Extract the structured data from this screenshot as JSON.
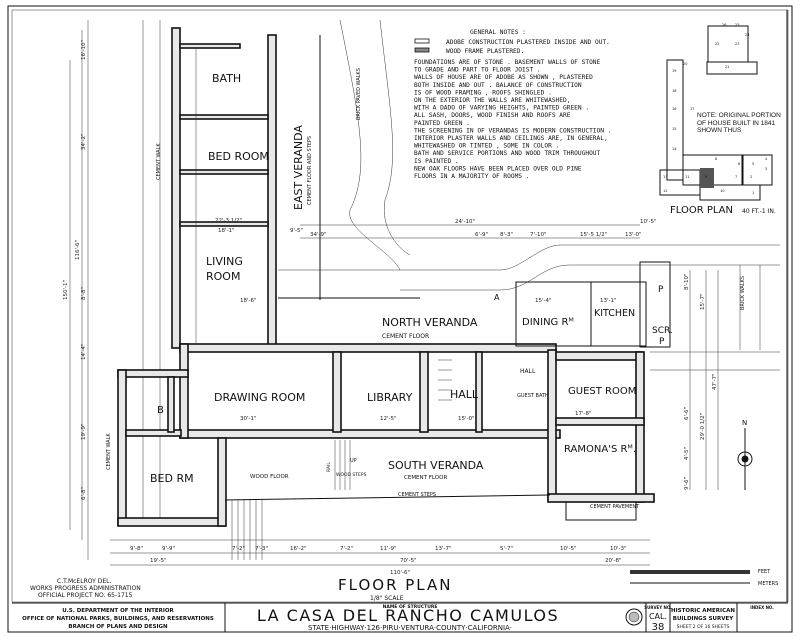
{
  "general_notes": {
    "heading": "GENERAL NOTES :",
    "legend": [
      "ADOBE CONSTRUCTION PLASTERED INSIDE AND OUT.",
      "WOOD FRAME PLASTERED."
    ],
    "lines": [
      "FOUNDATIONS ARE OF STONE . BASEMENT WALLS OF STONE",
      "TO GRADE AND PART TO FLOOR JOIST .",
      "WALLS OF HOUSE ARE OF ADOBE AS SHOWN , PLASTERED",
      "BOTH INSIDE AND OUT . BALANCE OF CONSTRUCTION",
      "IS OF WOOD FRAMING , ROOFS SHINGLED .",
      "ON THE EXTERIOR THE WALLS ARE WHITEWASHED,",
      "WITH A DADO OF VARYING HEIGHTS, PAINTED GREEN .",
      "ALL SASH, DOORS, WOOD FINISH AND ROOFS ARE",
      "PAINTED GREEN .",
      "THE SCREENING IN OF VERANDAS IS MODERN CONSTRUCTION .",
      "INTERIOR PLASTER WALLS AND CEILINGS ARE, IN GENERAL,",
      "WHITEWASHED OR TINTED , SOME IN COLOR .",
      "BATH AND SERVICE PORTIONS AND WOOD TRIM THROUGHOUT",
      "IS PAINTED .",
      "NEW OAK FLOORS HAVE BEEN PLACED OVER OLD PINE",
      "FLOORS IN A MAJORITY OF ROOMS ."
    ]
  },
  "rooms": {
    "bath": "BATH",
    "bed_room": "BED ROOM",
    "living_room": "LIVING",
    "living_room_2": "ROOM",
    "east_veranda": "EAST VERANDA",
    "east_veranda_sub": "CEMENT FLOOR AND STEPS",
    "north_veranda": "NORTH VERANDA",
    "north_veranda_sub": "CEMENT FLOOR",
    "dining": "DINING Rᴹ",
    "kitchen": "KITCHEN",
    "scr": "SCR.",
    "scr_p": "P",
    "pantry": "P",
    "drawing_room": "DRAWING ROOM",
    "library": "LIBRARY",
    "hall": "HALL",
    "hall_small": "HALL",
    "guest_bath": "GUEST BATH",
    "guest_room": "GUEST ROOM",
    "ramona": "RAMONA'S Rᴹ.",
    "bed_rm": "BED RM",
    "b": "B",
    "south_veranda": "SOUTH VERANDA",
    "south_veranda_sub": "CEMENT FLOOR",
    "wood_floor": "WOOD FLOOR",
    "cement_steps": "CEMENT STEPS",
    "cement_pavement": "CEMENT PAVEMENT",
    "cement_walk": "CEMENT WALK",
    "cement_walk_2": "CEMENT WALK",
    "brick_walks": "BRICK WALKS",
    "brick_paved_walks": "BRICK PAVED WALKS",
    "up": "UP",
    "wood_steps": "WOOD STEPS",
    "rail": "RAIL",
    "section_a": "A"
  },
  "dimensions": {
    "bottom": [
      "9'-8\"",
      "9'-9\"",
      "7'-2\"",
      "7'-3\"",
      "16'-2\"",
      "7'-2\"",
      "11'-9\"",
      "13'-7\"",
      "5'-7\"",
      "10'-5\"",
      "10'-3\""
    ],
    "bottom_totals": [
      "19'-5\"",
      "70'-5\"",
      "20'-8\"",
      "110'-6\""
    ],
    "left": [
      "16'-10\"",
      "34'-2\"",
      "116'-6\"",
      "8'-8\"",
      "150'-1\"",
      "14'-4\"",
      "19'-9\"",
      "6'-8\""
    ],
    "top": [
      "34'-9\"",
      "24'-10\"",
      "6'-9\"",
      "8'-3\"",
      "7'-10\"",
      "15'-5 1/2\"",
      "13'-0\"",
      "10'-5\""
    ],
    "right": [
      "8'-10\"",
      "15'-7\"",
      "47'-7\"",
      "29'-0 1/2\"",
      "6'-6\"",
      "4'-5\"",
      "9'-6\""
    ],
    "interior": [
      "22'-3 1/2\"",
      "18'-1\"",
      "9'-5\"",
      "30'-1\"",
      "12'-5\"",
      "15'-0\"",
      "17'-8\"",
      "18'-6\"",
      "15'-4\"",
      "13'-1\""
    ]
  },
  "inset": {
    "note": "NOTE: ORIGINAL PORTION OF HOUSE BUILT IN 1841 SHOWN THUS",
    "title": "FLOOR PLAN",
    "scale": "40 FT.-1 IN.",
    "numbers": [
      "1",
      "2",
      "3",
      "4",
      "5",
      "6",
      "7",
      "8",
      "9",
      "10",
      "11",
      "12",
      "13",
      "14",
      "15",
      "16",
      "17",
      "18",
      "19",
      "20",
      "21",
      "22",
      "23",
      "24",
      "25",
      "26"
    ]
  },
  "compass": {
    "label": "N"
  },
  "sheet": {
    "title": "FLOOR PLAN",
    "scale": "1/8\" SCALE",
    "scale_bar_units": [
      "FEET",
      "METERS"
    ],
    "delineator": "C.T.McELROY DEL.",
    "wpa": "WORKS PROGRESS ADMINISTRATION",
    "project": "OFFICIAL PROJECT NO. 65-1715",
    "dept_1": "U.S. DEPARTMENT OF THE INTERIOR",
    "dept_2": "OFFICE OF NATIONAL PARKS, BUILDINGS, AND RESERVATIONS",
    "dept_3": "BRANCH OF PLANS AND DESIGN",
    "name_label": "NAME OF STRUCTURE",
    "structure": "LA CASA DEL RANCHO CAMULOS",
    "location": "STATE·HIGHWAY·126·PIRU·VENTURA·COUNTY·CALIFORNIA·",
    "survey_label": "SURVEY NO.",
    "survey_state": "CAL.",
    "survey_no": "38",
    "habs_1": "HISTORIC AMERICAN",
    "habs_2": "BUILDINGS SURVEY",
    "sheet_of": "SHEET 2 OF 16 SHEETS",
    "index_label": "INDEX NO."
  }
}
